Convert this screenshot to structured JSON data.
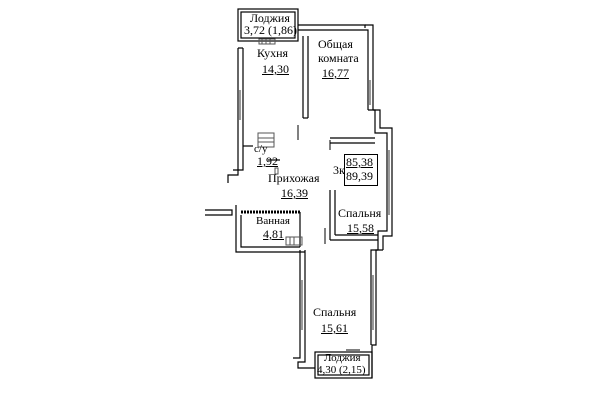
{
  "plan": {
    "apartment_type": "3к",
    "total_area": "85,38",
    "total_area_with_loggias": "89,39",
    "rooms": [
      {
        "name": "Лоджия",
        "area": "3,72 (1,86)"
      },
      {
        "name": "Кухня",
        "area": "14,30"
      },
      {
        "name": "Общая комната",
        "name_line1": "Общая",
        "name_line2": "комната",
        "area": "16,77"
      },
      {
        "name": "с/у",
        "area": "1,92"
      },
      {
        "name": "Прихожая",
        "area": "16,39"
      },
      {
        "name": "Ванная",
        "area": "4,81"
      },
      {
        "name": "Спальня",
        "area": "15,58"
      },
      {
        "name": "Спальня",
        "area": "15,61"
      },
      {
        "name": "Лоджия",
        "area": "4,30 (2,15)"
      }
    ]
  },
  "colors": {
    "wall": "#000000",
    "background": "#ffffff",
    "fixture": "#555555"
  }
}
